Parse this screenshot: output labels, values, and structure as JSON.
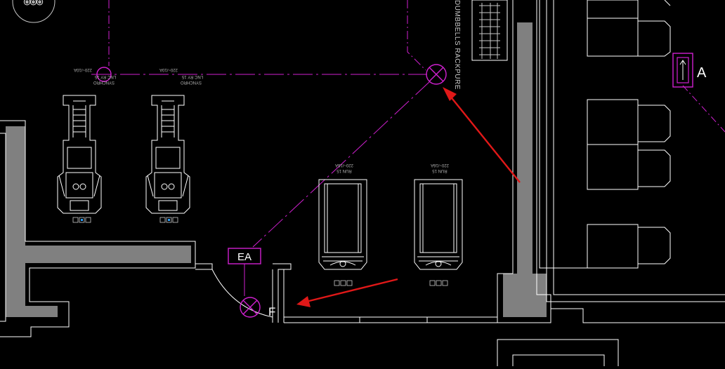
{
  "canvas": {
    "background": "#000000",
    "colors": {
      "wall_fill": "#808080",
      "line_white": "#ffffff",
      "line_gray": "#c8c8c8",
      "electrical_magenta": "#d020d0",
      "annotation_arrow": "#e01818",
      "small_label": "#b4b4b4"
    }
  },
  "labels": {
    "rack_vertical": "DUMBBELLS RACKPURE",
    "exhaust_tag": "EA",
    "grid_tag_a": "A",
    "grid_tag_f": "F",
    "synchro_1_line1": "SYNCHRO",
    "synchro_1_line2": "LNC RY 15",
    "synchro_1_power": "220~/10A",
    "synchro_2_line1": "SYNCHRO",
    "synchro_2_line2": "LNC RY 15",
    "synchro_2_power": "220~/10A",
    "run_1_name": "RUN 15",
    "run_1_power": "220~/16A",
    "run_2_name": "RUN 15",
    "run_2_power": "220~/16A"
  },
  "icons": {
    "exhaust_fan_top": "exhaust-fan-symbol-icon",
    "exhaust_fan_bottom": "exhaust-fan-symbol-icon",
    "junction_node": "junction-circle-icon",
    "annotation_arrows": "red-arrow-icon",
    "wall_mounted_unit": "wall-unit-symbol-icon"
  }
}
